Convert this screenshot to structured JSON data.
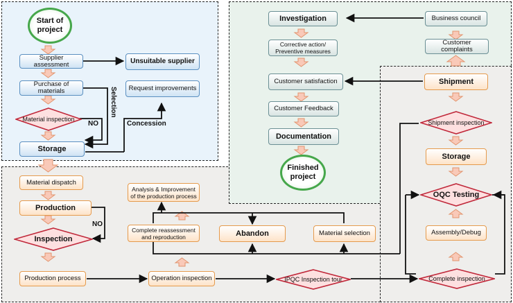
{
  "nodes": {
    "start": "Start of project",
    "supplier_assessment": "Supplier assessment",
    "unsuitable_supplier": "Unsuitable supplier",
    "purchase_materials": "Purchase of materials",
    "request_improvements": "Request improvements",
    "material_inspection": "Material inspection",
    "storage_supply": "Storage",
    "material_dispatch": "Material dispatch",
    "production": "Production",
    "inspection": "Inspection",
    "production_process": "Production process",
    "operation_inspection": "Operation inspection",
    "ipqc": "IPQC Inspection tour",
    "complete_inspection": "Complete inspection",
    "assembly_debug": "Assembly/Debug",
    "oqc_testing": "OQC Testing",
    "storage_final": "Storage",
    "shipment_inspection": "Shipment inspection",
    "shipment": "Shipment",
    "analysis": "Analysis & Improvement of the production process",
    "reassessment": "Complete reassessment and reproduction",
    "abandon": "Abandon",
    "material_selection": "Material selection",
    "investigation": "Investigation",
    "corrective": "Corrective action/ Preventive measures",
    "customer_satisfaction": "Customer satisfaction",
    "customer_feedback": "Customer Feedback",
    "documentation": "Documentation",
    "finished": "Finished project",
    "business_council": "Business council",
    "customer_complaints": "Customer complaints"
  },
  "labels": {
    "selection": "Selection",
    "no_material": "NO",
    "concession": "Concession",
    "no_production": "NO"
  },
  "colors": {
    "blue_border": "#5a8fc0",
    "orange_border": "#e59a4c",
    "grey_border": "#6a8f94",
    "diamond_border": "#c0283a",
    "circle_border": "#46a74b"
  }
}
